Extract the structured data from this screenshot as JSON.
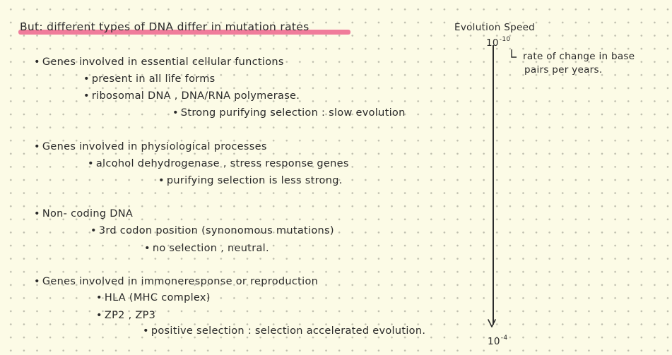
{
  "heading": "But: different types of DNA differ in mutation rates",
  "groups": [
    {
      "title": "Genes involved in essential cellular functions",
      "items": [
        "present in all life forms",
        "ribosomal DNA , DNA/RNA polymerase."
      ],
      "selection": "Strong purifying selection : slow evolution"
    },
    {
      "title": "Genes involved in physiological processes",
      "items": [
        "alcohol dehydrogenase , stress response genes"
      ],
      "selection": "purifying selection is less strong."
    },
    {
      "title": "Non- coding DNA",
      "items": [
        "3rd codon position (synonomous mutations)"
      ],
      "selection": "no selection , neutral."
    },
    {
      "title": "Genes involved in immoneresponse or reproduction",
      "items": [
        "HLA (MHC complex)",
        "ZP2 , ZP3"
      ],
      "selection": "positive selection : selection accelerated evolution."
    }
  ],
  "sidebar": {
    "title": "Evolution Speed",
    "top_base": "10",
    "top_exp": "-10",
    "note_line1": "rate of change in base",
    "note_line2": "pairs per years.",
    "bottom_base": "10",
    "bottom_exp": "-4"
  }
}
